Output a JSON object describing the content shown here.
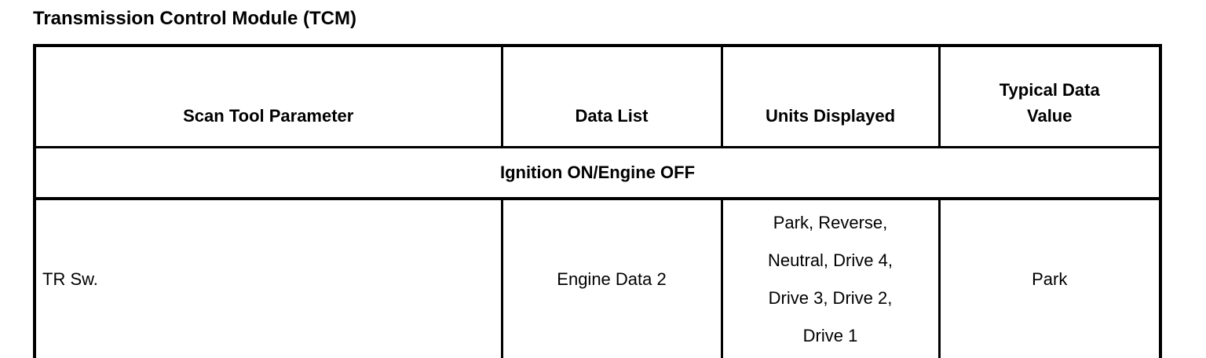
{
  "title": "Transmission Control Module (TCM)",
  "table": {
    "headers": {
      "parameter": "Scan Tool Parameter",
      "data_list": "Data List",
      "units_displayed": "Units Displayed",
      "typical_value": "Typical Data Value"
    },
    "section_row": "Ignition ON/Engine OFF",
    "rows": [
      {
        "parameter": "TR Sw.",
        "data_list": "Engine Data 2",
        "units_displayed": "Park, Reverse, Neutral, Drive 4, Drive 3, Drive 2, Drive 1",
        "typical_value": "Park"
      }
    ]
  },
  "colors": {
    "text": "#000000",
    "background": "#ffffff",
    "border": "#000000"
  }
}
